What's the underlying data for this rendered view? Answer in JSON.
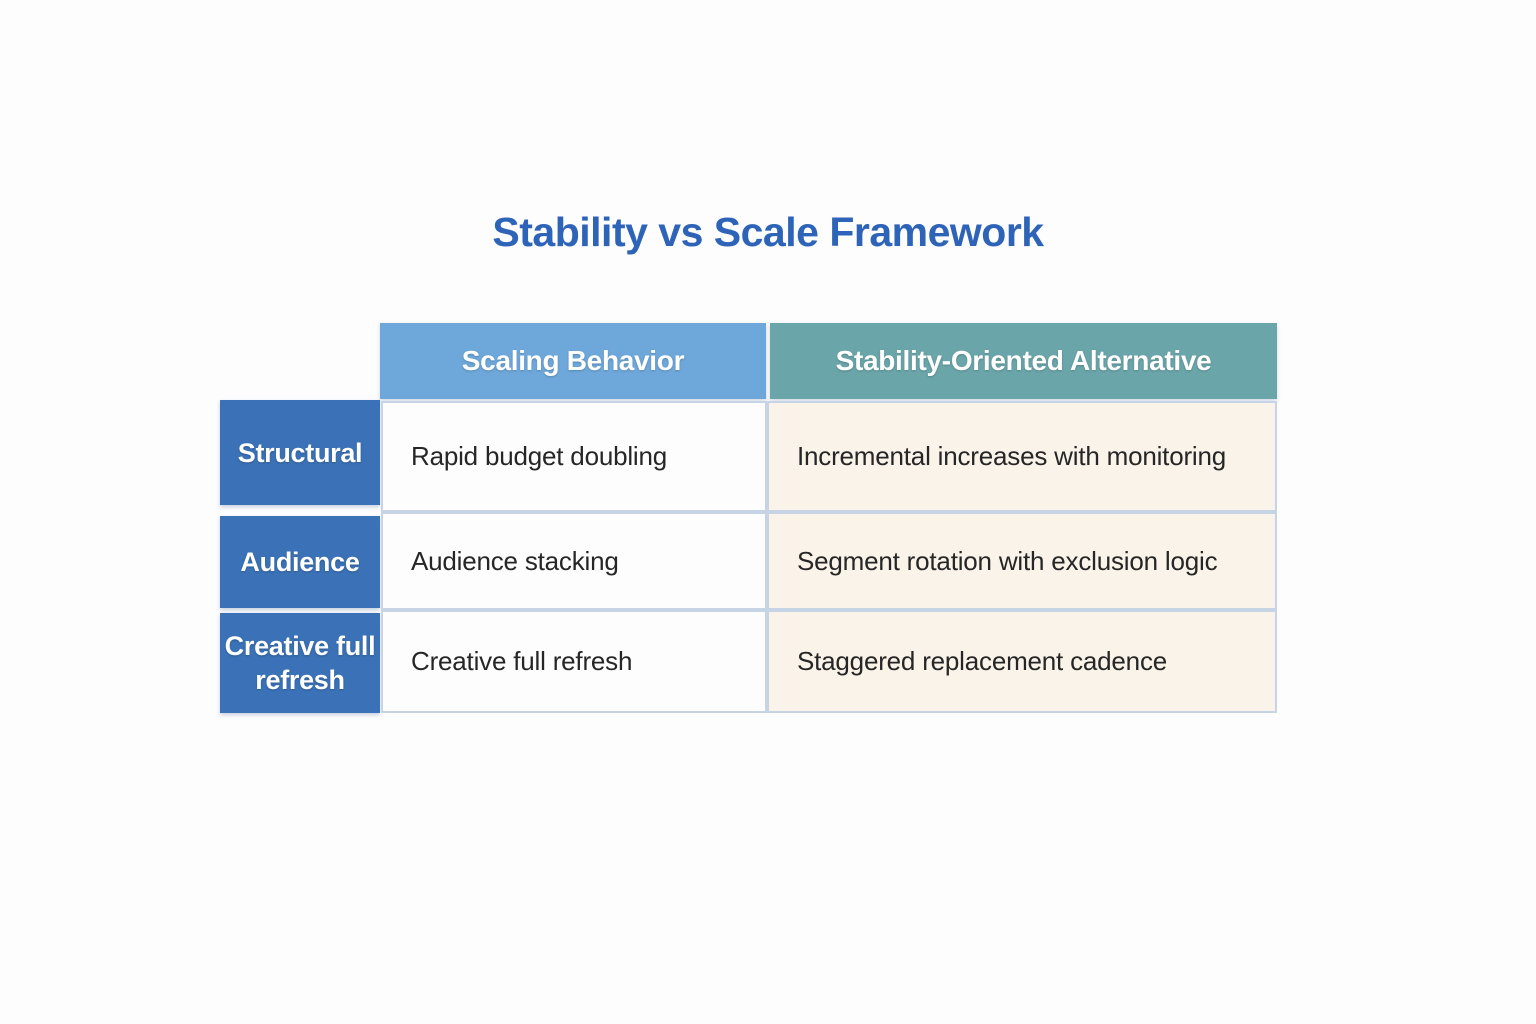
{
  "page": {
    "title": "Stability vs Scale Framework"
  },
  "table": {
    "column_headers": [
      {
        "label": "Scaling Behavior"
      },
      {
        "label": "Stability-Oriented Alternative"
      }
    ],
    "rows": [
      {
        "header": "Structural",
        "scaling": "Rapid budget doubling",
        "alternative": "Incremental increases with monitoring"
      },
      {
        "header": "Audience",
        "scaling": "Audience stacking",
        "alternative": "Segment rotation with exclusion logic"
      },
      {
        "header": "Creative full refresh",
        "scaling": "Creative full refresh",
        "alternative": "Staggered replacement cadence"
      }
    ]
  },
  "colors": {
    "title_text": "#2e64b8",
    "scaling_header_bg": "#6ea7d9",
    "alternative_header_bg": "#6aa5a9",
    "row_header_bg": "#3b72b7",
    "scaling_cell_bg": "#fdfdfe",
    "alternative_cell_bg": "#faf3e9",
    "cell_border": "#c6d4e6",
    "cell_text": "#262626",
    "header_text": "#ffffff"
  },
  "chart_data": {
    "type": "table",
    "title": "Stability vs Scale Framework",
    "column_headers": [
      "",
      "Scaling Behavior",
      "Stability-Oriented Alternative"
    ],
    "rows": [
      [
        "Structural",
        "Rapid budget doubling",
        "Incremental increases with monitoring"
      ],
      [
        "Audience",
        "Audience stacking",
        "Segment rotation with exclusion logic"
      ],
      [
        "Creative full refresh",
        "Creative full refresh",
        "Staggered replacement cadence"
      ]
    ],
    "layout_hints": {
      "row_header_column": true,
      "header_position": "top",
      "grid": "light-blue cell borders with white gaps between header blocks"
    }
  }
}
